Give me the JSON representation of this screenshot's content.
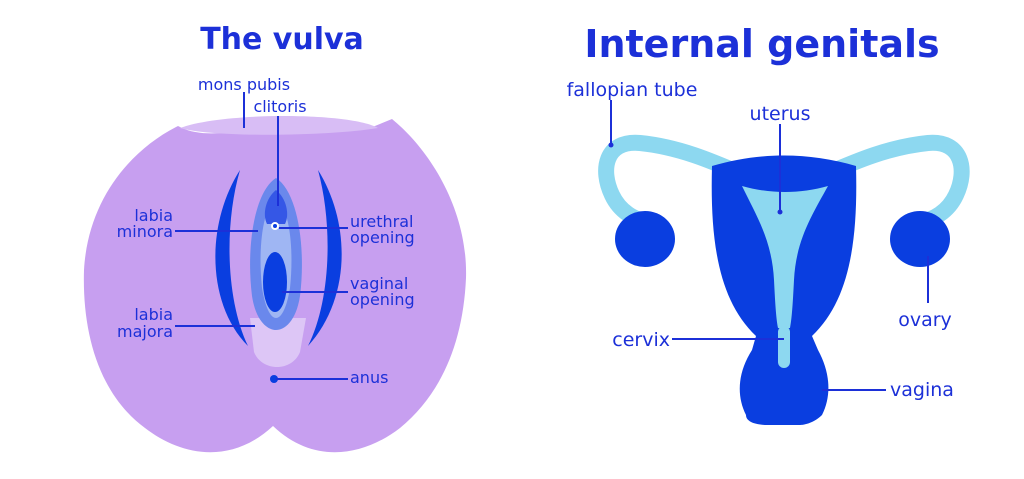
{
  "vulva": {
    "title": "The vulva",
    "labels": {
      "mons_pubis": "mons pubis",
      "clitoris": "clitoris",
      "labia_minora_1": "labia",
      "labia_minora_2": "minora",
      "urethral_1": "urethral",
      "urethral_2": "opening",
      "vaginal_1": "vaginal",
      "vaginal_2": "opening",
      "labia_majora_1": "labia",
      "labia_majora_2": "majora",
      "anus": "anus"
    }
  },
  "internal": {
    "title": "Internal genitals",
    "labels": {
      "fallopian_tube": "fallopian tube",
      "uterus": "uterus",
      "cervix": "cervix",
      "ovary": "ovary",
      "vagina": "vagina"
    }
  },
  "colors": {
    "label_blue": "#1c30d8",
    "deep_blue": "#0a3ee0",
    "light_blue": "#8dd8f0",
    "vulva_fill": "#c79ff0",
    "vulva_light": "#ddc6f6"
  }
}
